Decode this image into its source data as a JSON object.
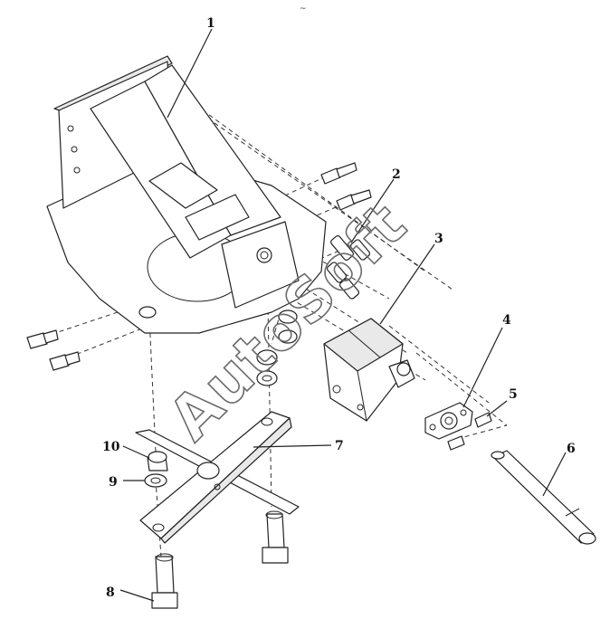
{
  "top_mark": "~",
  "callouts": {
    "c1": "1",
    "c2": "2",
    "c3": "3",
    "c4": "4",
    "c5": "5",
    "c6": "6",
    "c7": "7",
    "c8": "8",
    "c9": "9",
    "c10": "10"
  },
  "watermark": "AutoSoft"
}
